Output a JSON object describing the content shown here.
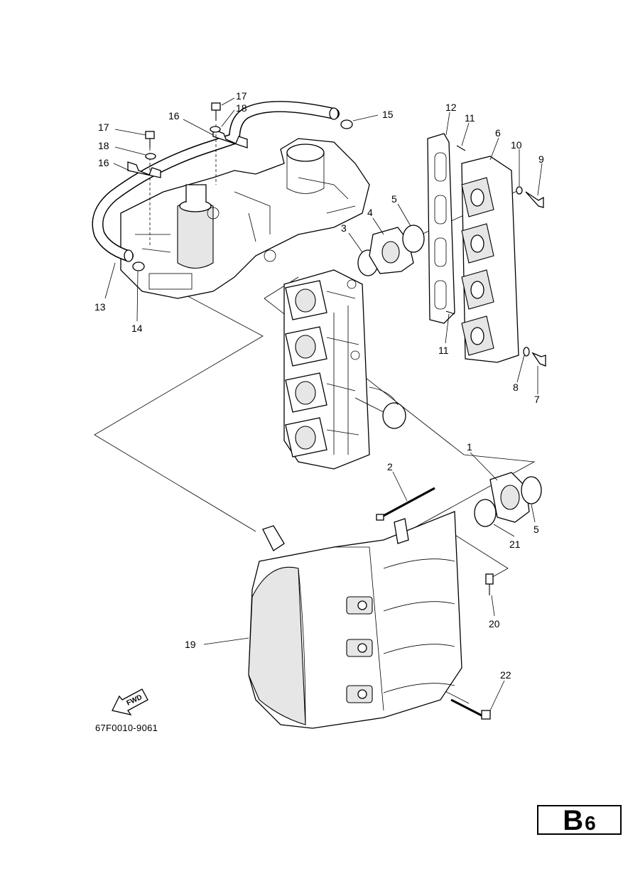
{
  "diagram_code": "67F0010-9061",
  "page_badge": {
    "letter": "B",
    "number": "6"
  },
  "fwd_label": "FWD",
  "callouts": [
    "1",
    "2",
    "3",
    "4",
    "5",
    "5",
    "6",
    "7",
    "8",
    "9",
    "10",
    "11",
    "11",
    "12",
    "13",
    "14",
    "15",
    "16",
    "16",
    "17",
    "17",
    "18",
    "18",
    "19",
    "20",
    "21",
    "22"
  ]
}
